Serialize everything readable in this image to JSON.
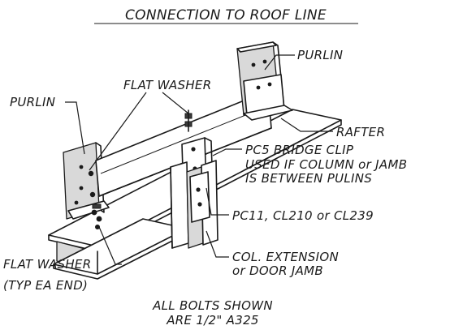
{
  "title": "CONNECTION TO ROOF LINE",
  "labels": {
    "purlin_right": "PURLIN",
    "purlin_left": "PURLIN",
    "flat_washer_top": "FLAT WASHER",
    "rafter": "RAFTER",
    "bridge_clip_line1": "PC5 BRIDGE CLIP",
    "bridge_clip_line2": "USED IF COLUMN or JAMB",
    "bridge_clip_line3": "IS BETWEEN PULINS",
    "clip_parts": "PC11, CL210 or CL239",
    "col_ext_line1": "COL. EXTENSION",
    "col_ext_line2": "or DOOR JAMB",
    "flat_washer_bottom_line1": "FLAT WASHER",
    "flat_washer_bottom_line2": "(TYP EA END)",
    "bolts_line1": "ALL BOLTS SHOWN",
    "bolts_line2": "ARE 1/2\" A325"
  },
  "colors": {
    "ink": "#1a1a1a",
    "background": "#ffffff",
    "shade": "#d9d9d9"
  }
}
